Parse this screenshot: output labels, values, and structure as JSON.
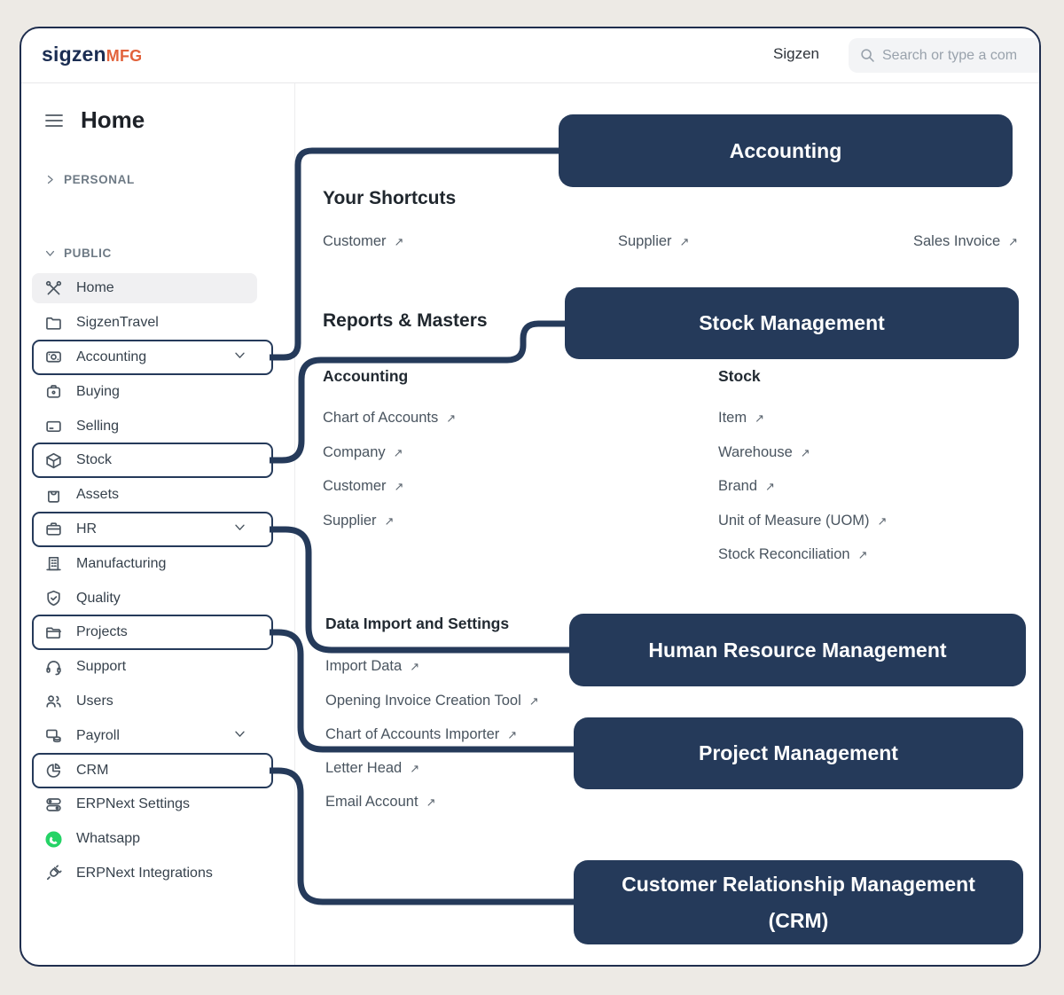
{
  "topbar": {
    "logo_text": "sigzen",
    "logo_suffix": "MFG",
    "user_label": "Sigzen",
    "search_placeholder": "Search or type a com"
  },
  "sidebar": {
    "page_title": "Home",
    "sections": [
      {
        "label": "PERSONAL",
        "state": "collapsed"
      },
      {
        "label": "PUBLIC",
        "state": "expanded"
      }
    ],
    "items": [
      {
        "label": "Home",
        "icon": "home-tools",
        "active": true
      },
      {
        "label": "SigzenTravel",
        "icon": "folder"
      },
      {
        "label": "Accounting",
        "icon": "cash-register",
        "boxed": true,
        "chevron": true
      },
      {
        "label": "Buying",
        "icon": "buying-case"
      },
      {
        "label": "Selling",
        "icon": "selling-card"
      },
      {
        "label": "Stock",
        "icon": "cube",
        "boxed": true
      },
      {
        "label": "Assets",
        "icon": "asset-bag"
      },
      {
        "label": "HR",
        "icon": "briefcase",
        "boxed": true,
        "chevron": true
      },
      {
        "label": "Manufacturing",
        "icon": "factory-building"
      },
      {
        "label": "Quality",
        "icon": "shield-check"
      },
      {
        "label": "Projects",
        "icon": "folder",
        "boxed": true
      },
      {
        "label": "Support",
        "icon": "headset"
      },
      {
        "label": "Users",
        "icon": "users"
      },
      {
        "label": "Payroll",
        "icon": "payroll-coins",
        "chevron": true
      },
      {
        "label": "CRM",
        "icon": "pie-chart",
        "boxed": true
      },
      {
        "label": "ERPNext Settings",
        "icon": "sliders"
      },
      {
        "label": "Whatsapp",
        "icon": "whatsapp"
      },
      {
        "label": "ERPNext Integrations",
        "icon": "plug"
      }
    ]
  },
  "main": {
    "shortcuts": {
      "title": "Your Shortcuts",
      "links": [
        {
          "label": "Customer"
        },
        {
          "label": "Supplier"
        },
        {
          "label": "Sales Invoice"
        }
      ]
    },
    "reports": {
      "title": "Reports & Masters",
      "columns": [
        {
          "title": "Accounting",
          "links": [
            {
              "label": "Chart of Accounts"
            },
            {
              "label": "Company"
            },
            {
              "label": "Customer"
            },
            {
              "label": "Supplier"
            }
          ]
        },
        {
          "title": "Stock",
          "links": [
            {
              "label": "Item"
            },
            {
              "label": "Warehouse"
            },
            {
              "label": "Brand"
            },
            {
              "label": "Unit of Measure (UOM)"
            },
            {
              "label": "Stock Reconciliation"
            }
          ]
        }
      ]
    },
    "data_import": {
      "title": "Data Import and Settings",
      "links": [
        {
          "label": "Import Data"
        },
        {
          "label": "Opening Invoice Creation Tool"
        },
        {
          "label": "Chart of Accounts Importer"
        },
        {
          "label": "Letter Head"
        },
        {
          "label": "Email Account"
        }
      ]
    }
  },
  "callouts": [
    {
      "label": "Accounting"
    },
    {
      "label": "Stock Management"
    },
    {
      "label": "Human Resource Management"
    },
    {
      "label": "Project Management"
    },
    {
      "label": "Customer Relationship Management (CRM)"
    }
  ],
  "icons": {
    "external_link": "↗"
  },
  "colors": {
    "navy": "#253a5a",
    "card_border": "#1f2e4e",
    "logo_orange": "#e2633c",
    "whatsapp_green": "#25d366",
    "background": "#edeae5",
    "active_pill": "#f0f0f2"
  }
}
